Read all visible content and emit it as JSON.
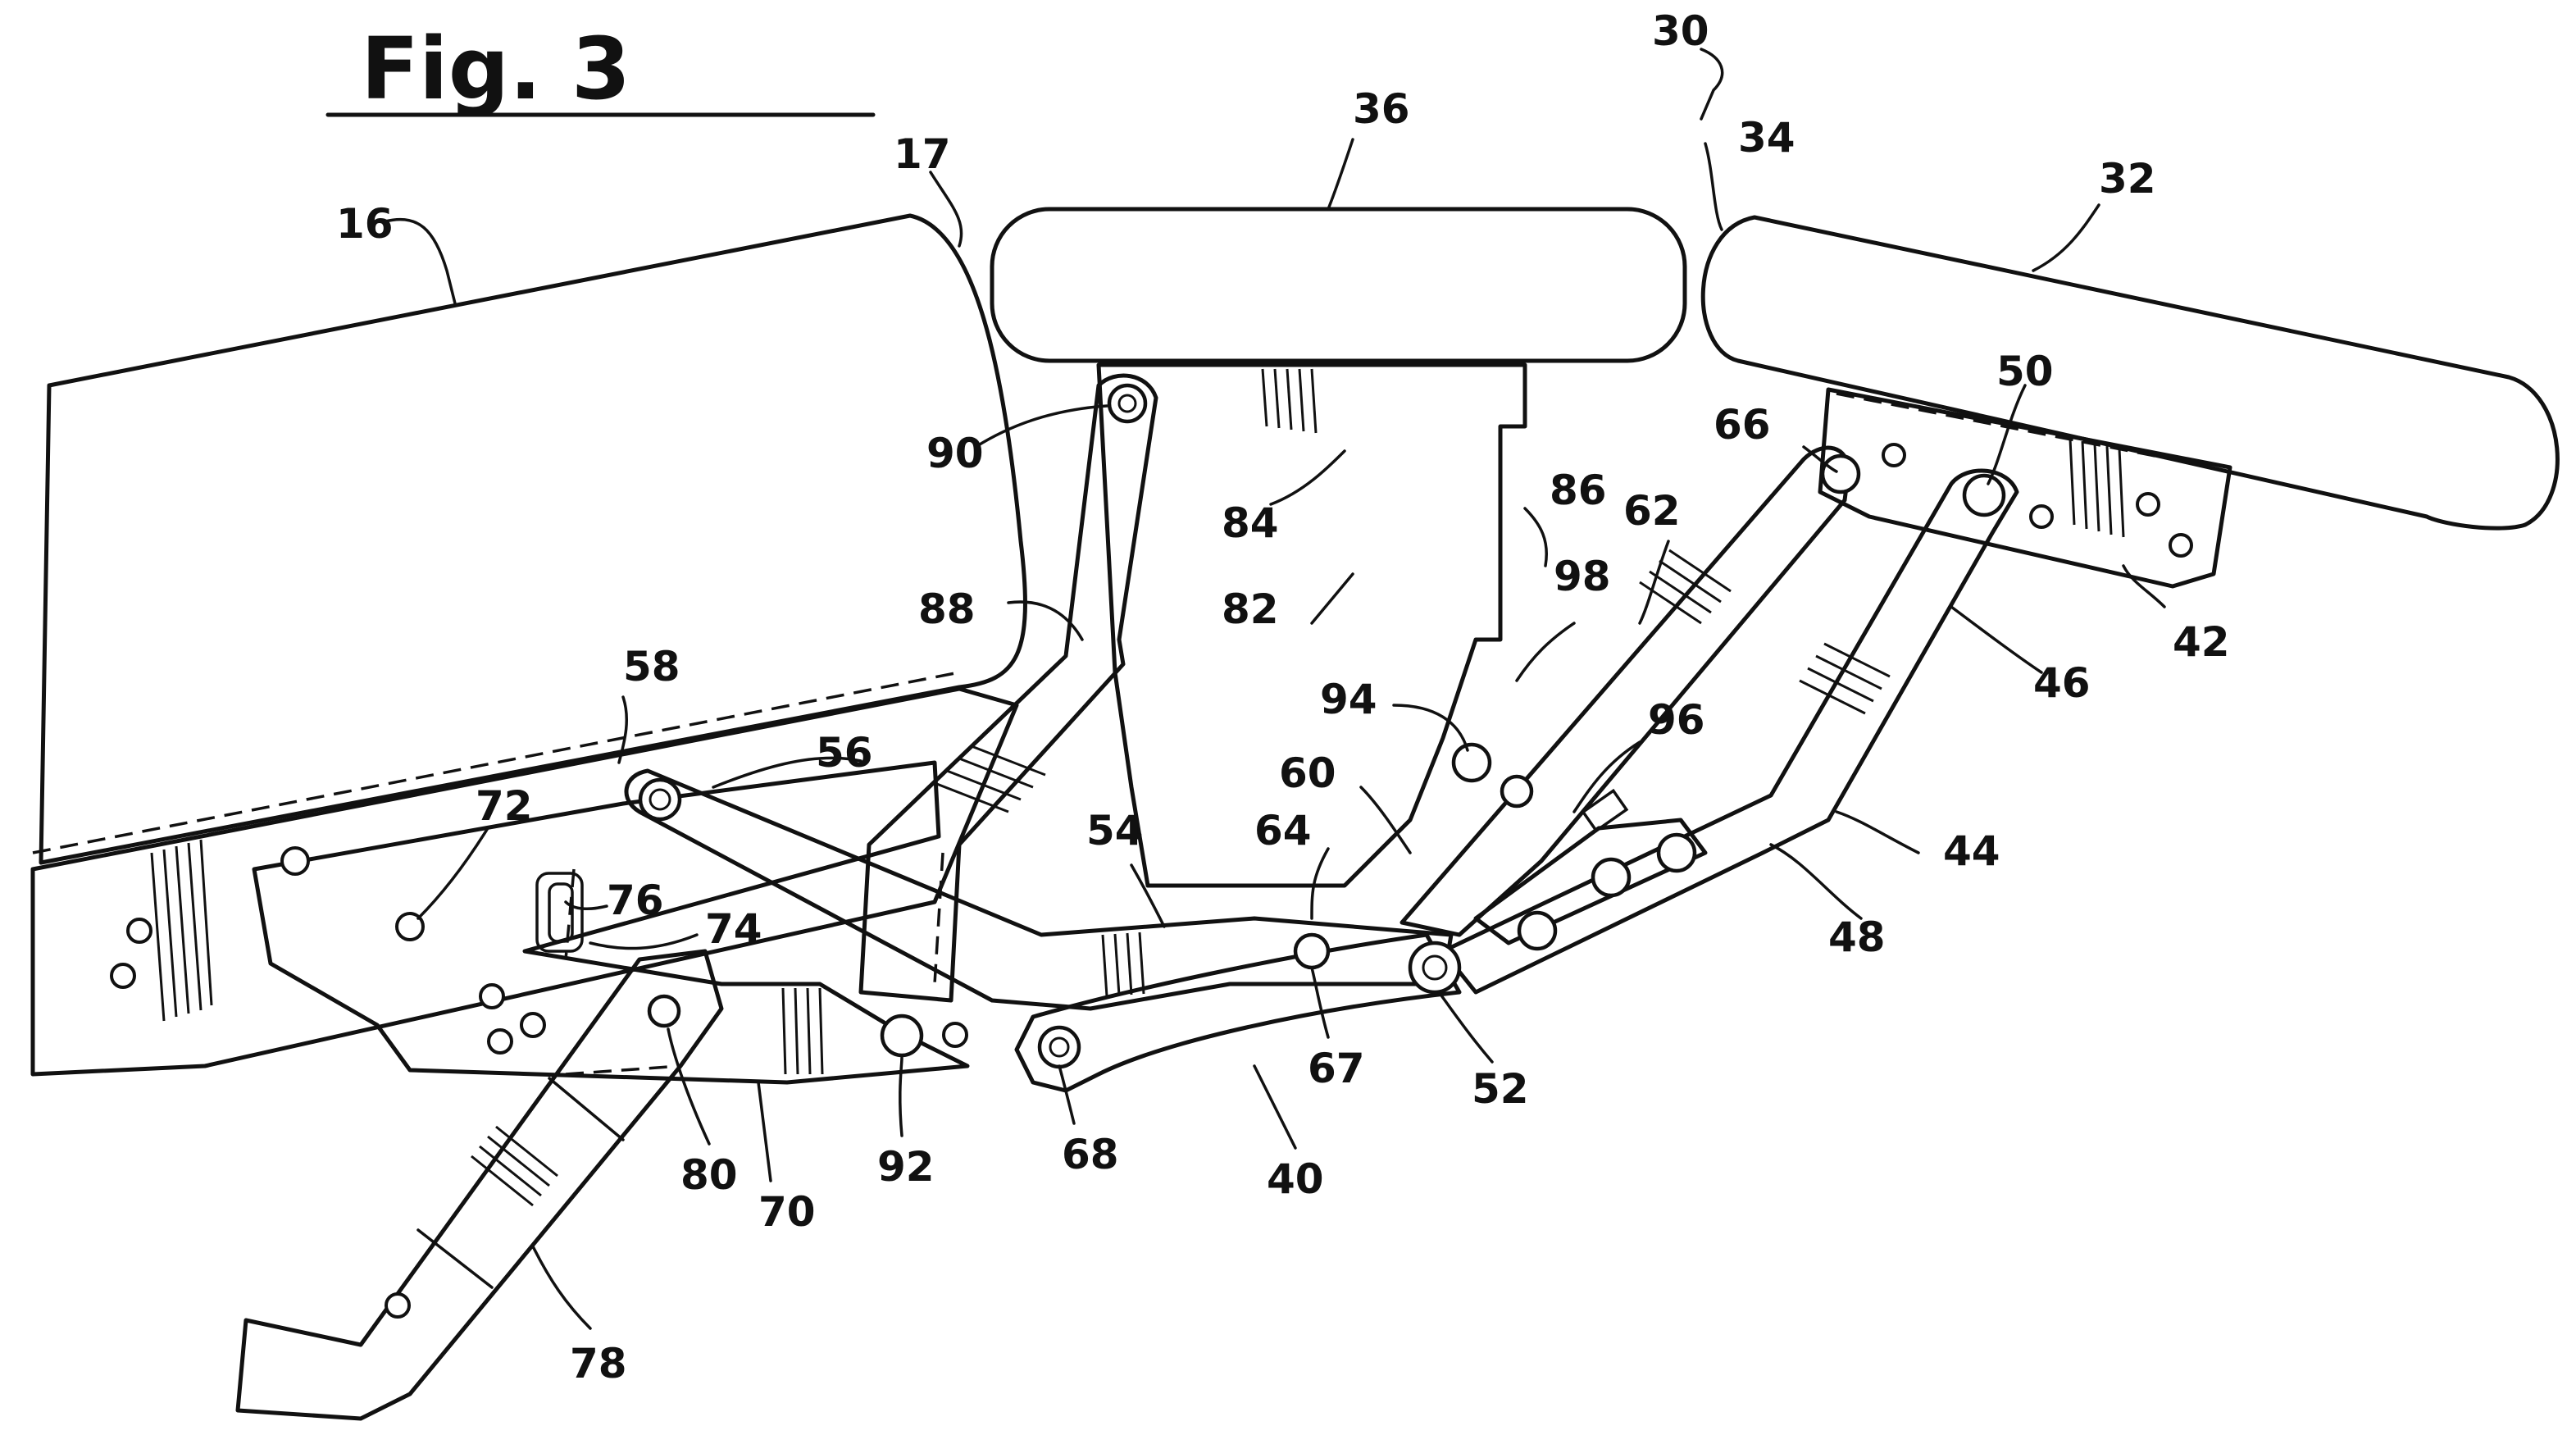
{
  "figure": {
    "title": "Fig. 3",
    "reference_numerals": {
      "seat": "16",
      "seat_front_edge": "17",
      "footrest_assembly": "30",
      "ottoman_pad": "32",
      "gap": "34",
      "mid_ottoman_pad": "36",
      "linkage_mechanism": "40",
      "ottoman_bracket": "42",
      "footrest_linkage": "44",
      "upper_ottoman_link": "46",
      "lower_ottoman_link": "48",
      "ottoman_pivot": "50",
      "front_pivot": "52",
      "drive_link": "54",
      "drive_pivot": "56",
      "frame_bracket": "58",
      "cross_link": "60",
      "rear_ottoman_link": "62",
      "connector_link": "64",
      "upper_pivot": "66",
      "mid_pivot": "67",
      "lower_pivot": "68",
      "side_frame": "70",
      "frame_pin": "72",
      "stop_member": "74",
      "stop_slot": "76",
      "handle_lever": "78",
      "handle_pivot": "80",
      "mid_ottoman_bracket": "82",
      "bracket_web": "84",
      "bracket_flange": "86",
      "mid_ottoman_link": "88",
      "bracket_pivot": "90",
      "link_pivot": "92",
      "rear_pivot": "94",
      "stop_tab": "96",
      "stop_edge": "98"
    }
  }
}
